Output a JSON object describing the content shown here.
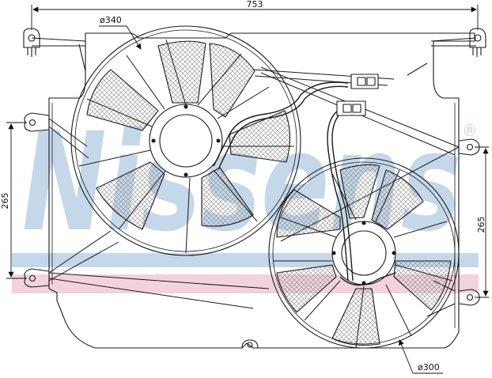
{
  "watermark": {
    "text": "Nissens",
    "registered_mark": "®",
    "blue": "#c5d8ea",
    "pink": "#f2d3dc"
  },
  "dimensions": {
    "overall_width": "753",
    "left_fan_height": "265",
    "right_fan_height": "265",
    "large_fan_diameter": "ø340",
    "small_fan_diameter": "ø300"
  },
  "colors": {
    "line": "#1a1a1a",
    "mesh": "#9a9a9a"
  },
  "icons": {
    "connector": "electrical-connector-icon"
  }
}
